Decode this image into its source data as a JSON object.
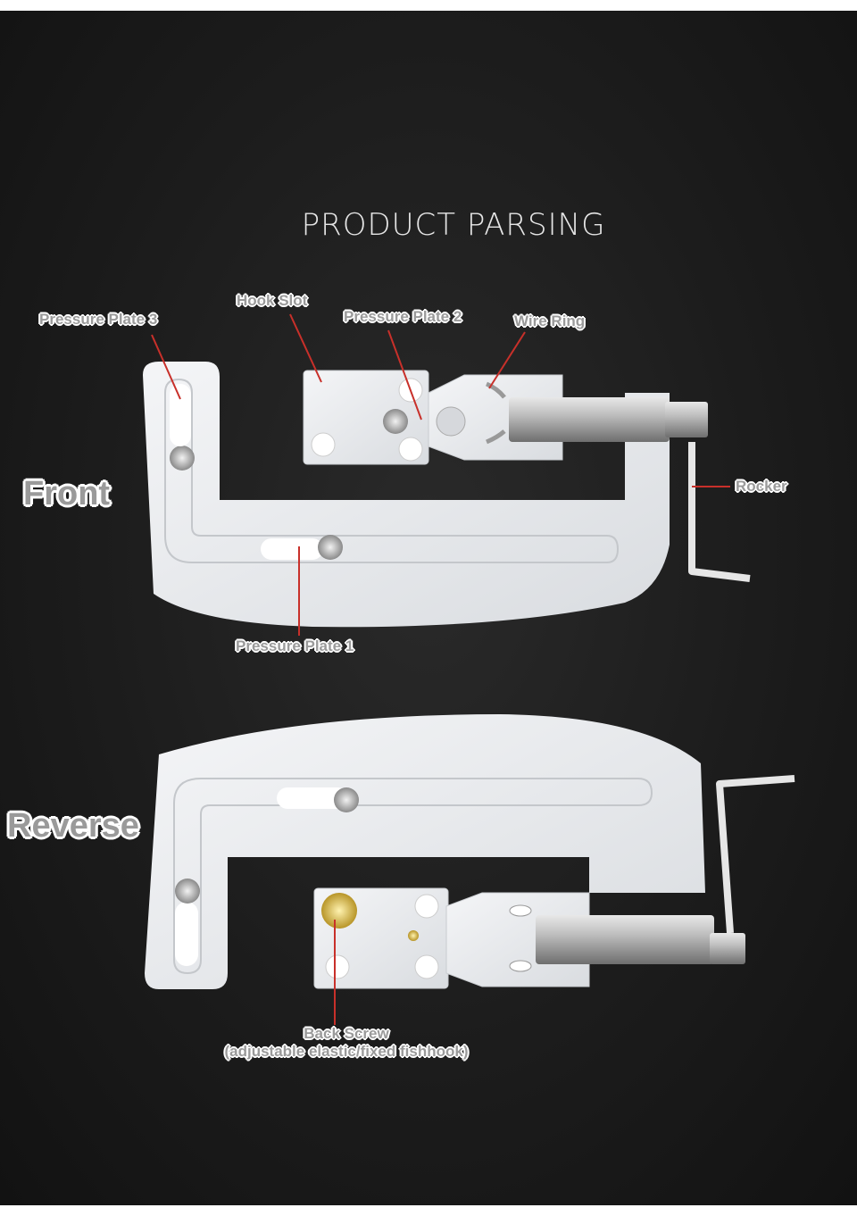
{
  "title": "PRODUCT PARSING",
  "views": {
    "front": "Front",
    "reverse": "Reverse"
  },
  "labels": {
    "pressure_plate_3": "Pressure Plate  3",
    "hook_slot": "Hook Slot",
    "pressure_plate_2": "Pressure Plate  2",
    "wire_ring": "Wire Ring",
    "rocker": "Rocker",
    "pressure_plate_1": "Pressure Plate  1",
    "back_screw": "Back Screw",
    "back_screw_note": "(adjustable elastic/fixed fishhook)"
  },
  "colors": {
    "leader_line": "#c8302a",
    "plate": "#e9ebee",
    "background": "#1c1c1c"
  }
}
